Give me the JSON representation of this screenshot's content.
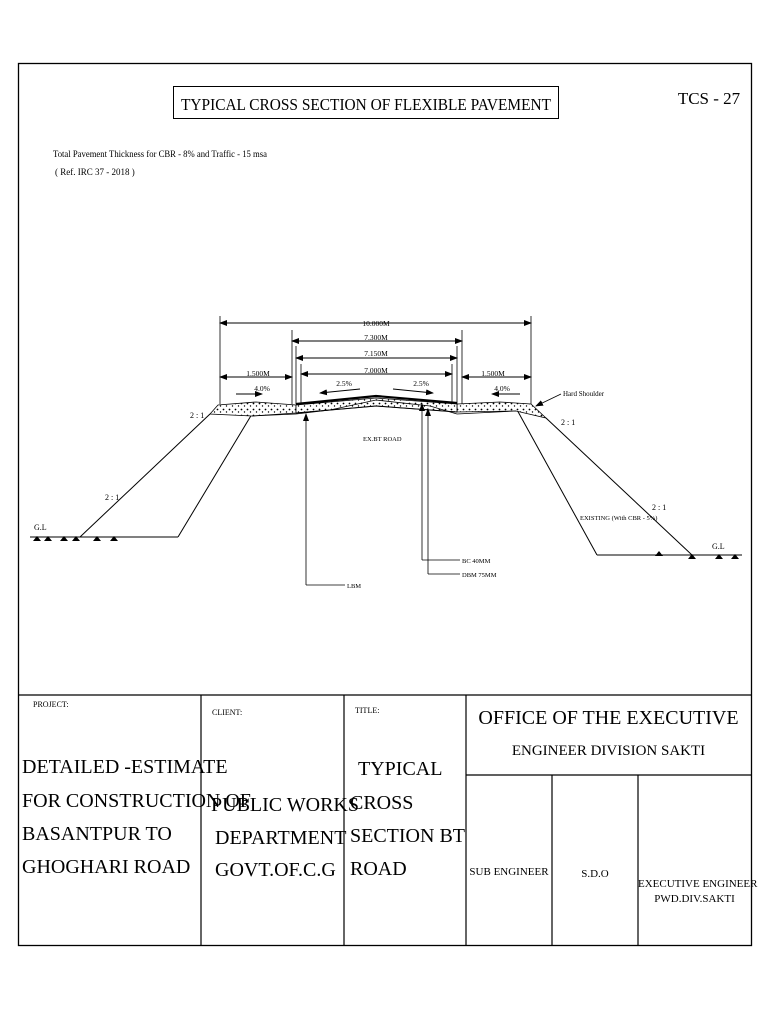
{
  "header": {
    "title": "TYPICAL CROSS SECTION OF FLEXIBLE PAVEMENT",
    "sheet_no": "TCS - 27",
    "note_line1": "Total Pavement Thickness for CBR - 8% and Traffic - 15 msa",
    "note_line2": "( Ref. IRC 37 - 2018 )"
  },
  "drawing": {
    "dim_total": "10.000M",
    "dim_730": "7.300M",
    "dim_715": "7.150M",
    "dim_700": "7.000M",
    "dim_left_shoulder": "1.500M",
    "dim_right_shoulder": "1.500M",
    "slope_left_shoulder": "4.0%",
    "slope_right_shoulder": "4.0%",
    "camber_left": "2.5%",
    "camber_right": "2.5%",
    "hard_shoulder": "Hard Shoulder",
    "ratio_left_top": "2 : 1",
    "ratio_left_bottom": "2 : 1",
    "ratio_right_top": "2 : 1",
    "ratio_right_bottom": "2 : 1",
    "ex_bt_road": "EX.BT ROAD",
    "existing": "EXISTING (With CBR - 5%)",
    "gl_left": "G.L",
    "gl_right": "G.L",
    "bc": "BC 40MM",
    "dbm": "DBM 75MM",
    "lbm": "LBM"
  },
  "title_block": {
    "project_label": "PROJECT:",
    "project_lines": [
      "DETAILED -ESTIMATE",
      "FOR CONSTRUCTION OF",
      "BASANTPUR TO",
      "GHOGHARI ROAD"
    ],
    "client_label": "CLIENT:",
    "client_lines": [
      "PUBLIC WORKS",
      "DEPARTMENT",
      "GOVT.OF.C.G"
    ],
    "title_label": "TITLE:",
    "title_lines": [
      "TYPICAL",
      "CROSS",
      "SECTION BT",
      "ROAD"
    ],
    "office_line1": "OFFICE OF THE EXECUTIVE",
    "office_line2": "ENGINEER DIVISION SAKTI",
    "sub_engineer": "SUB ENGINEER",
    "sdo": "S.D.O",
    "exec_engineer_line1": "EXECUTIVE ENGINEER",
    "exec_engineer_line2": "PWD.DIV.SAKTI"
  }
}
